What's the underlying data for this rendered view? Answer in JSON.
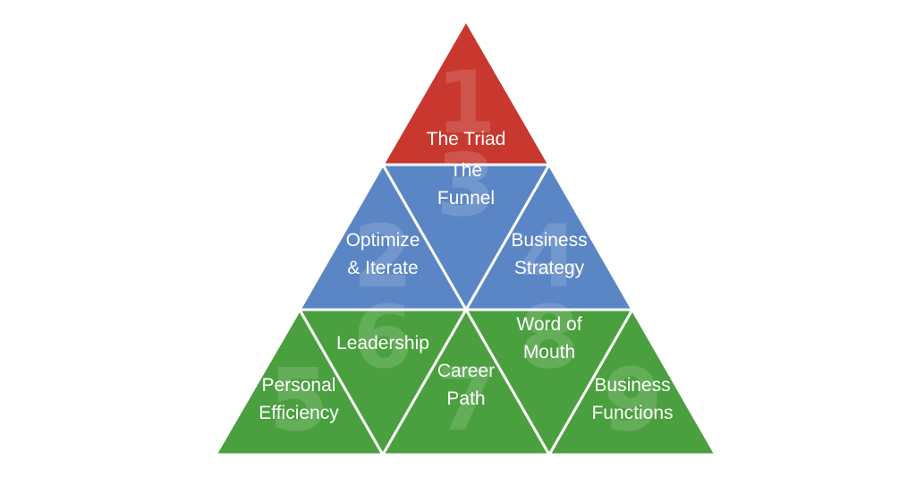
{
  "colors": {
    "top": "#c8382e",
    "middle": "#5b86c5",
    "bottom": "#4aa03e",
    "separator": "#ffffff",
    "background": "#ffffff"
  },
  "tiles": [
    {
      "number": "1",
      "label": [
        "The Triad"
      ],
      "color": "top"
    },
    {
      "number": "2",
      "label": [
        "Optimize",
        "& Iterate"
      ],
      "color": "middle"
    },
    {
      "number": "3",
      "label": [
        "The",
        "Funnel"
      ],
      "color": "middle"
    },
    {
      "number": "4",
      "label": [
        "Business",
        "Strategy"
      ],
      "color": "middle"
    },
    {
      "number": "5",
      "label": [
        "Personal",
        "Efficiency"
      ],
      "color": "bottom"
    },
    {
      "number": "6",
      "label": [
        "Leadership"
      ],
      "color": "bottom"
    },
    {
      "number": "7",
      "label": [
        "Career",
        "Path"
      ],
      "color": "bottom"
    },
    {
      "number": "8",
      "label": [
        "Word of",
        "Mouth"
      ],
      "color": "bottom"
    },
    {
      "number": "9",
      "label": [
        "Business",
        "Functions"
      ],
      "color": "bottom"
    }
  ]
}
